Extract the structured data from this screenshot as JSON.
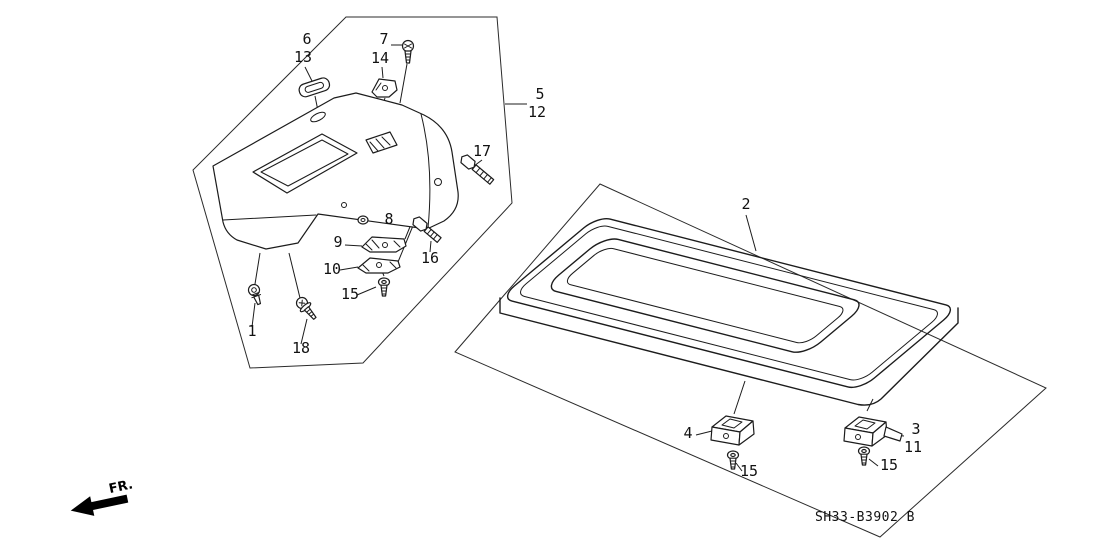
{
  "drawing": {
    "background": "#ffffff",
    "line_color": "#1c1c1c",
    "part_code": "SH33-B3902 B",
    "fr_label": "FR.",
    "callouts": [
      {
        "label": "6"
      },
      {
        "label": "13"
      },
      {
        "label": "7"
      },
      {
        "label": "14"
      },
      {
        "label": "5"
      },
      {
        "label": "12"
      },
      {
        "label": "17"
      },
      {
        "label": "8"
      },
      {
        "label": "9"
      },
      {
        "label": "16"
      },
      {
        "label": "10"
      },
      {
        "label": "15"
      },
      {
        "label": "1"
      },
      {
        "label": "18"
      },
      {
        "label": "2"
      },
      {
        "label": "4"
      },
      {
        "label": "3"
      },
      {
        "label": "11"
      },
      {
        "label": "15"
      },
      {
        "label": "15"
      }
    ]
  }
}
